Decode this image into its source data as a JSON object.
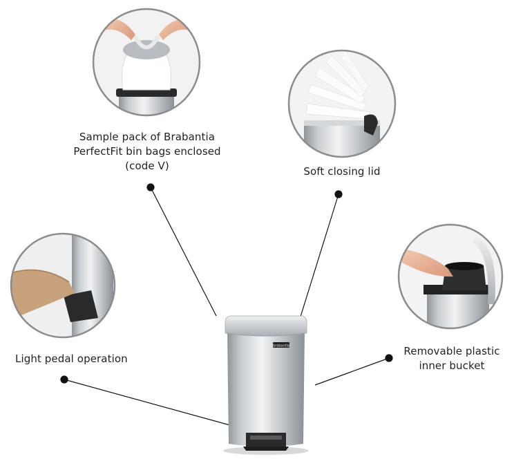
{
  "callouts": {
    "bin_bags": {
      "line1": "Sample pack of Brabantia",
      "line2": "PerfectFit bin bags enclosed",
      "line3": "(code V)"
    },
    "soft_lid": {
      "text": "Soft closing lid"
    },
    "pedal": {
      "text": "Light pedal operation"
    },
    "bucket": {
      "line1": "Removable plastic",
      "line2": "inner bucket"
    }
  },
  "product": {
    "brand": "brabantia"
  },
  "colors": {
    "text": "#222222",
    "line": "#111111",
    "circle_border": "#8c8c8c",
    "steel_light": "#e6e8ea",
    "steel_dark": "#9aa0a5"
  }
}
